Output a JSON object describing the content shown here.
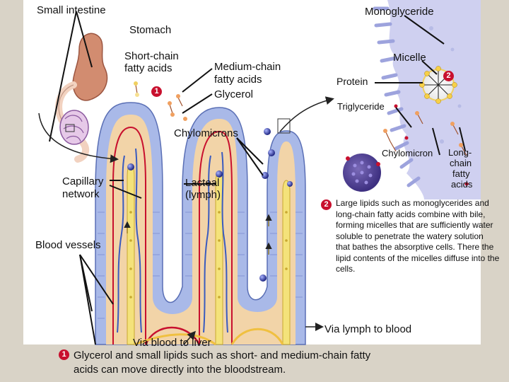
{
  "labels": {
    "small_intestine": "Small intestine",
    "monoglyceride": "Monoglyceride",
    "stomach": "Stomach",
    "short_chain_1": "Short-chain",
    "short_chain_2": "fatty acids",
    "medium_chain_1": "Medium-chain",
    "medium_chain_2": "fatty acids",
    "glycerol": "Glycerol",
    "micelle": "Micelle",
    "protein": "Protein",
    "triglyceride": "Triglyceride",
    "chylomicrons": "Chylomicrons",
    "chylomicron": "Chylomicron",
    "long_chain_1": "Long-",
    "long_chain_2": "chain",
    "long_chain_3": "fatty",
    "long_chain_4": "acids",
    "capillary_1": "Capillary",
    "capillary_2": "network",
    "lacteal_1": "Lacteal",
    "lacteal_2": "(lymph)",
    "blood_vessels": "Blood vessels",
    "via_lymph": "Via lymph to blood",
    "via_blood": "Via blood to liver"
  },
  "steps": {
    "one_number": "1",
    "two_number": "2",
    "two_text": "Large lipids such as monoglycerides and long-chain fatty acids combine with bile, forming micelles that are sufficiently water soluble to penetrate the watery solution that bathes the absorptive cells. There the lipid contents of the micelles diffuse into the cells.",
    "one_text_1": "Glycerol and small lipids such as short- and medium-chain fatty",
    "one_text_2": "acids can move directly into the bloodstream."
  },
  "colors": {
    "villus_outer": "#a9b9e8",
    "villus_inner": "#f2d4a8",
    "lacteal": "#f4e27a",
    "blood_red": "#c8102e",
    "blood_blue": "#3a5bbf",
    "cell_lilac": "#c7c7ee",
    "badge": "#c8102e"
  }
}
